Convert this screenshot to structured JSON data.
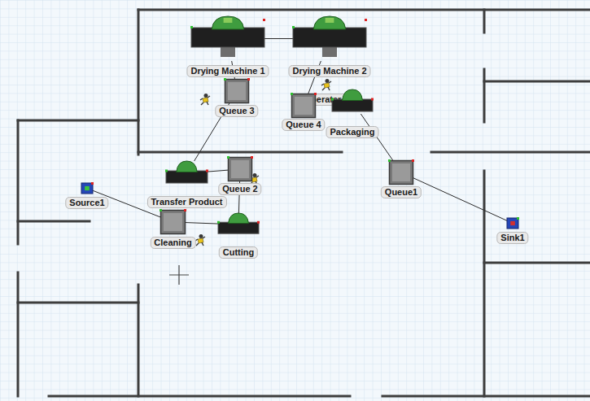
{
  "diagram": {
    "nodes": [
      {
        "text": [
          "Drying Machine 1"
        ]
      },
      {
        "text": [
          "Drying Machine 2"
        ]
      },
      {
        "text": [
          "Queue 3"
        ]
      },
      {
        "text": [
          "Operater 4"
        ]
      },
      {
        "text": [
          "Queue 4"
        ]
      },
      {
        "text": [
          "Packaging"
        ]
      },
      {
        "text": [
          "Transfer Product"
        ]
      },
      {
        "text": [
          "Queue 2"
        ]
      },
      {
        "text": [
          "Queue1"
        ]
      },
      {
        "text": [
          "Source1"
        ]
      },
      {
        "text": [
          "Cleaning"
        ]
      },
      {
        "text": [
          "Cutting"
        ]
      },
      {
        "text": [
          "Sink1"
        ]
      }
    ],
    "edges": [
      {
        "from": 9,
        "to": 10,
        "arrow": "none"
      },
      {
        "from": 10,
        "to": 11,
        "arrow": "none"
      },
      {
        "from": 11,
        "to": 7,
        "arrow": "none"
      },
      {
        "from": 7,
        "to": 6,
        "arrow": "none"
      },
      {
        "from": 6,
        "to": 2,
        "arrow": "none"
      },
      {
        "from": 2,
        "to": 0,
        "arrow": "none"
      },
      {
        "from": 0,
        "to": 1,
        "arrow": "none"
      },
      {
        "from": 1,
        "to": 4,
        "arrow": "none"
      },
      {
        "from": 4,
        "to": 5,
        "arrow": "none"
      },
      {
        "from": 5,
        "to": 8,
        "arrow": "none"
      },
      {
        "from": 8,
        "to": 12,
        "arrow": "none"
      }
    ]
  }
}
